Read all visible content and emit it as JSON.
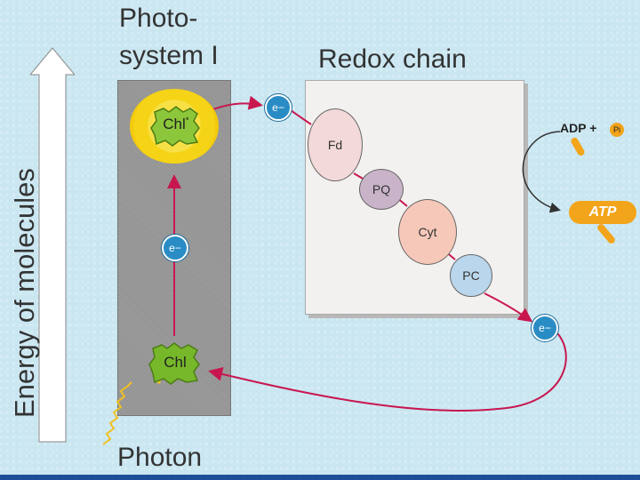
{
  "photosystem": {
    "title_line1": "Photo-",
    "title_line2": "system I"
  },
  "redox_title": "Redox chain",
  "energy_axis_label": "Energy of  molecules",
  "photon_label": "Photon",
  "chl_excited": "Chl",
  "chl_excited_sup": "*",
  "chl_ground": "Chl",
  "electron_label": "e−",
  "carriers": [
    "Fd",
    "PQ",
    "Cyt",
    "PC"
  ],
  "adp_label": "ADP +",
  "pi_label": "Pi",
  "atp_label": "ATP",
  "colors": {
    "arrow": "#c8174f",
    "carrier_fd": "#f3d9d9",
    "carrier_pq": "#c9b3c9",
    "carrier_cyt": "#f6c8b9",
    "carrier_pc": "#b9d6ec",
    "chl_glow": "#f5d316",
    "chl_green": "#77b82a",
    "electron": "#2a8cc4",
    "atp": "#f2a41a"
  }
}
